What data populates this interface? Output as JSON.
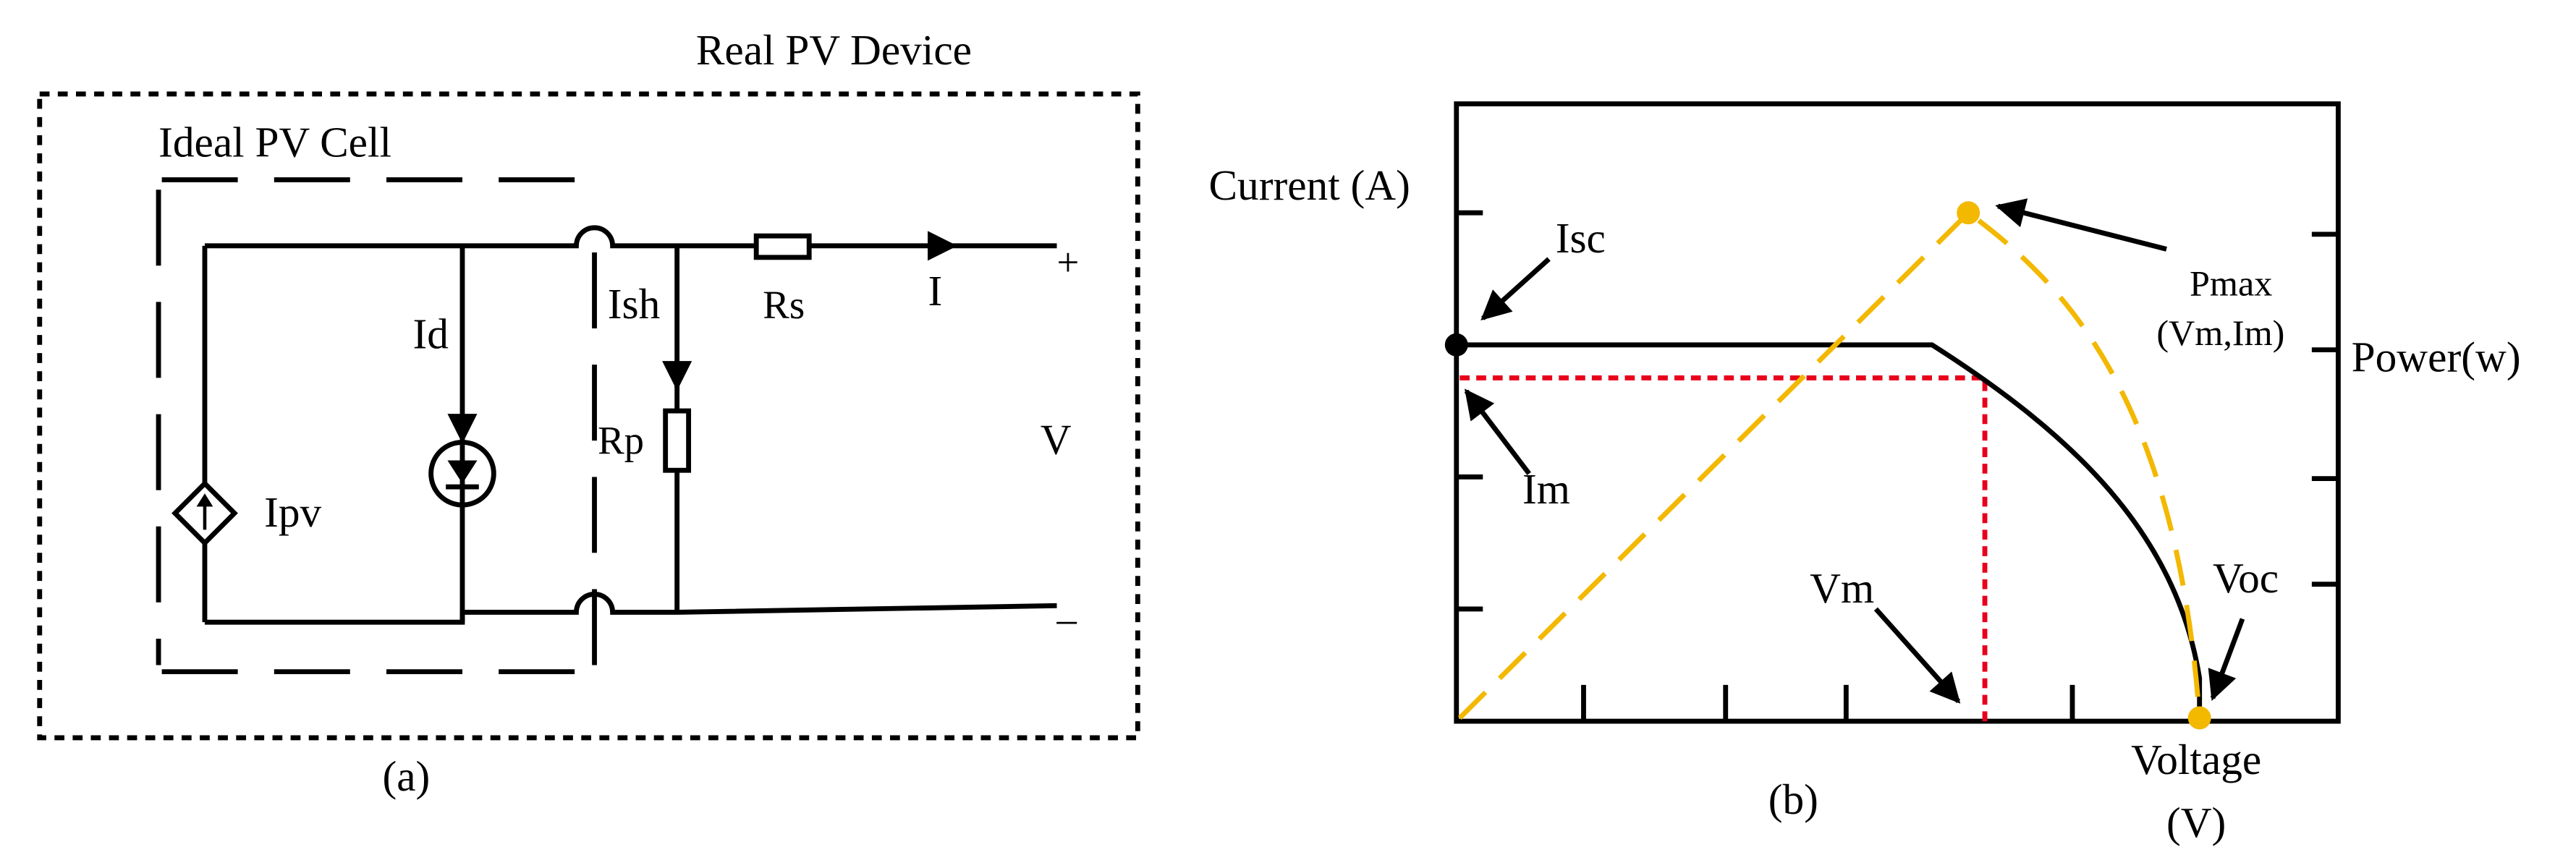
{
  "panel_a": {
    "title_real": "Real PV Device",
    "title_ideal": "Ideal PV Cell",
    "label_id": "Id",
    "label_ish": "Ish",
    "label_rs": "Rs",
    "label_rp": "Rp",
    "label_i": "I",
    "label_plus": "+",
    "label_v": "V",
    "label_minus": "–",
    "label_ipv": "Ipv",
    "caption": "(a)"
  },
  "panel_b": {
    "label_current": "Current (A)",
    "label_isc": "Isc",
    "label_pmax": "Pmax",
    "label_vmim": "(Vm,Im)",
    "label_power": "Power(w)",
    "label_im": "Im",
    "label_vm": "Vm",
    "label_voc": "Voc",
    "label_voltage": "Voltage",
    "label_volt_unit": "(V)",
    "caption": "(b)"
  },
  "colors": {
    "line": "#000000",
    "power_curve": "#f3b800",
    "mpp_guide": "#e8001c"
  }
}
